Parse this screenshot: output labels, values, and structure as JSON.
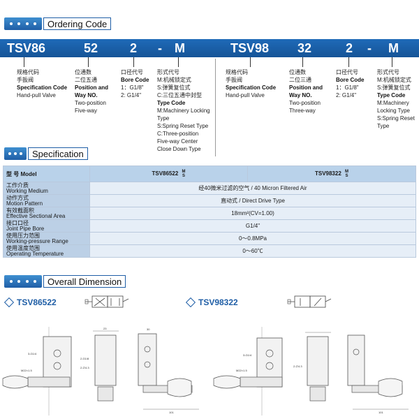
{
  "ordering": {
    "header": "Ordering Code",
    "left": {
      "parts": [
        "TSV86",
        "52",
        "2",
        "-",
        "M"
      ],
      "spec_code": {
        "cn1": "规格代码",
        "cn2": "手扳阀",
        "en": "Specification Code",
        "desc": "Hand-pull Valve"
      },
      "position": {
        "cn1": "位通数",
        "cn2": "二位五通",
        "en1": "Position and",
        "en2": "Way NO.",
        "d1": "Two-position",
        "d2": "Five-way"
      },
      "bore": {
        "cn1": "口径代号",
        "en": "Bore Code",
        "o1": "1：G1/8\"",
        "o2": "2: G1/4\""
      },
      "type": {
        "cn1": "形式代号",
        "cn2": "M:机械锁定式",
        "cn3": "S:弹簧复位式",
        "cn4": "C:三位五通中封型",
        "en": "Type  Code",
        "l1": "M:Machinery Locking",
        "l2": "Type",
        "l3": "S:Spring Reset Type",
        "l4": "C:Three-position",
        "l5": "Five-way Center",
        "l6": "Close Down Type"
      }
    },
    "right": {
      "parts": [
        "TSV98",
        "32",
        "2",
        "-",
        "M"
      ],
      "spec_code": {
        "cn1": "规格代码",
        "cn2": "手扳阀",
        "en": "Specification Code",
        "desc": "Hand-pull Valve"
      },
      "position": {
        "cn1": "位通数",
        "cn2": "二位三通",
        "en1": "Position and",
        "en2": "Way NO.",
        "d1": "Two-position",
        "d2": "Three-way"
      },
      "bore": {
        "cn1": "口径代号",
        "en": "Bore Code",
        "o1": "1：G1/8\"",
        "o2": "2: G1/4\""
      },
      "type": {
        "cn1": "形式代号",
        "cn2": "M:机械锁定式",
        "cn3": "S:弹簧复位式",
        "en": "Type  Code",
        "l1": "M:Machinery",
        "l2": "Locking Type",
        "l3": "S:Spring Reset",
        "l4": "Type"
      }
    }
  },
  "specification": {
    "header": "Specification",
    "model_label": "型  号  Model",
    "model1": "TSV86522",
    "model2": "TSV98322",
    "suffix_m": "M",
    "suffix_s": "S",
    "rows": [
      {
        "cn": "工作介质",
        "en": "Working Medium",
        "value": "经40微米过滤的空气   /  40 Micron Filtered Air"
      },
      {
        "cn": "动作方式",
        "en": "Motion Pattern",
        "value": "直动式   /  Direct Drive Type"
      },
      {
        "cn": "有效截面积",
        "en": "Effective Sectional Area",
        "value": "18mm²(CV=1.00)"
      },
      {
        "cn": "接口口径",
        "en": "Joint Pipe Bore",
        "value": "G1/4\""
      },
      {
        "cn": "使用压力范围",
        "en": "Working-pressure Range",
        "value": "0～0.8MPa"
      },
      {
        "cn": "使用温度范围",
        "en": "Operating Temperature",
        "value": "0～60℃"
      }
    ]
  },
  "dimension": {
    "header": "Overall Dimension",
    "model1": "TSV86522",
    "model2": "TSV98322",
    "labels": {
      "t1": "3-G1/4",
      "t2": "M22×1.5",
      "t3": "2-G1/8",
      "t4": "2-∅4.3",
      "t5": "101",
      "t6": "23",
      "t7": "30"
    }
  },
  "colors": {
    "accent": "#1f5ea6",
    "bar": "#1a62ad",
    "table_head": "#b9d2ea",
    "table_row": "#e6eef7"
  }
}
